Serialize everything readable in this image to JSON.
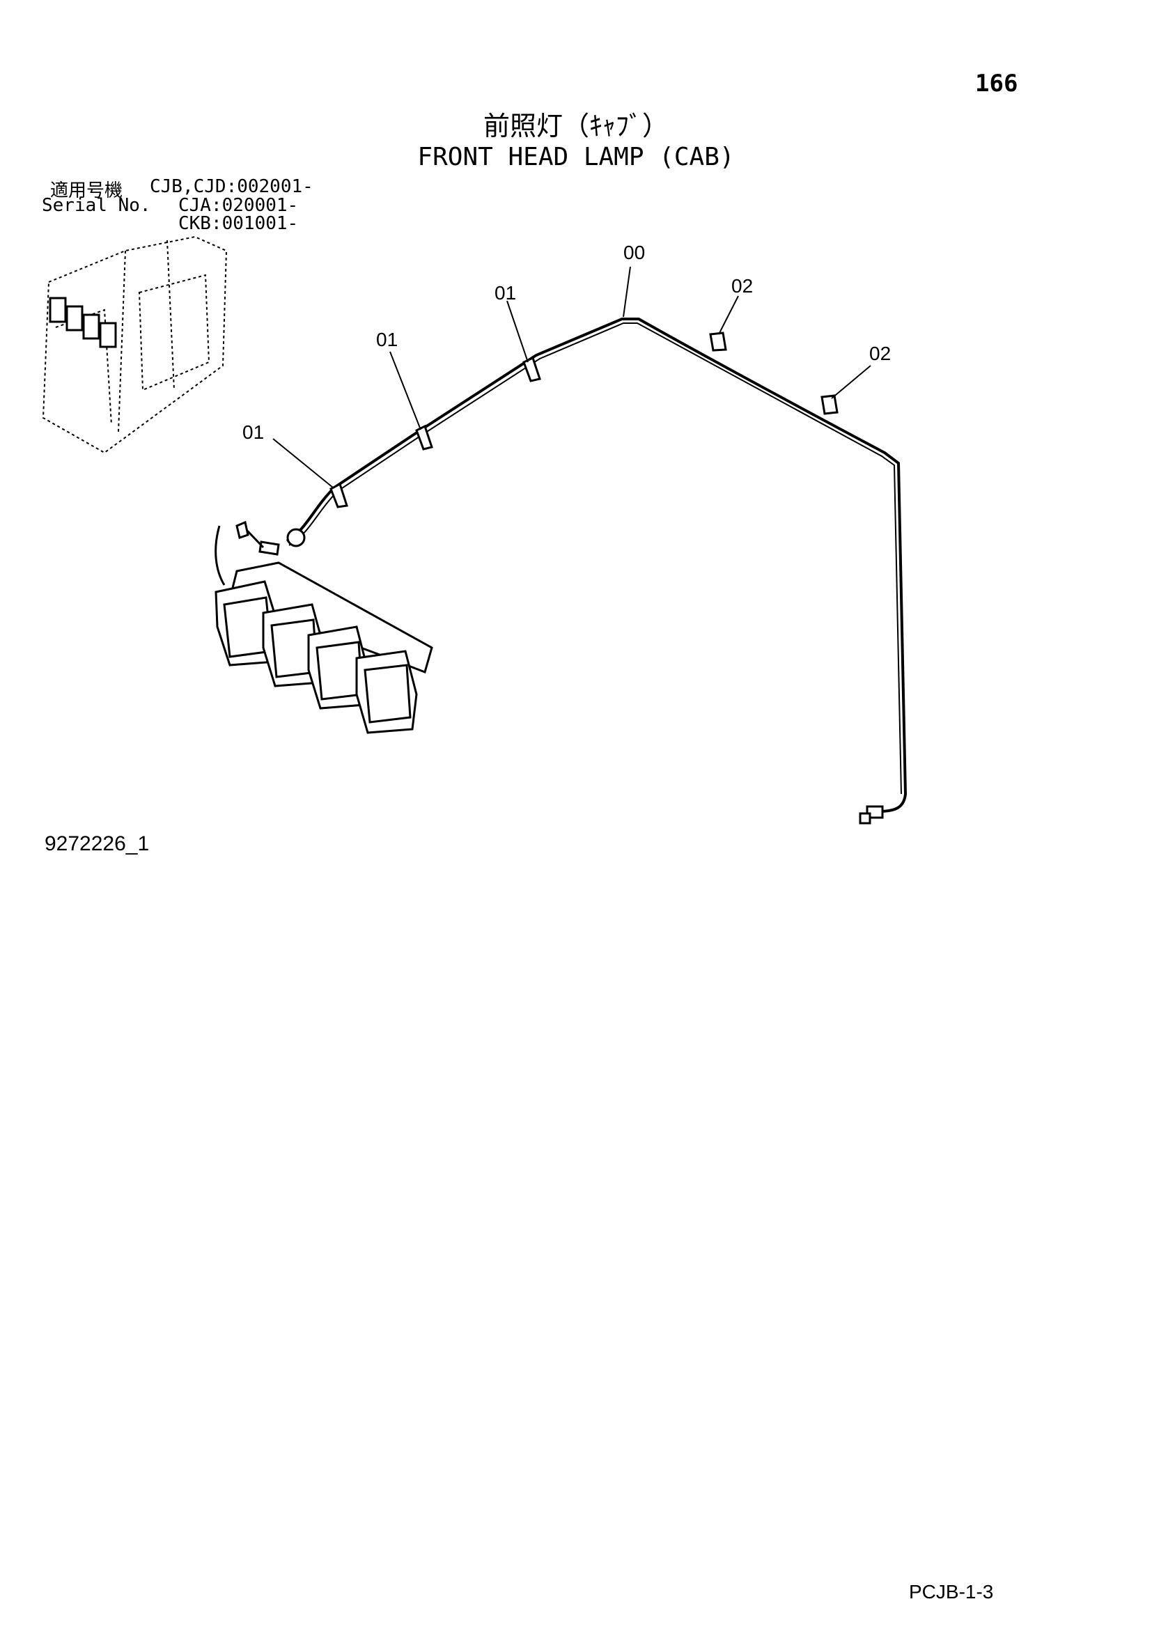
{
  "header": {
    "page_number": "166",
    "title_jp": "前照灯（ｷｬﾌﾞ）",
    "title_en": "FRONT HEAD LAMP (CAB)"
  },
  "serial": {
    "label_jp": "適用号機",
    "label_en": "Serial No.",
    "line1": "CJB,CJD:002001-",
    "line2": "CJA:020001-",
    "line3": "CKB:001001-"
  },
  "callouts": [
    {
      "id": "c-00",
      "label": "00"
    },
    {
      "id": "c-01a",
      "label": "01"
    },
    {
      "id": "c-01b",
      "label": "01"
    },
    {
      "id": "c-01c",
      "label": "01"
    },
    {
      "id": "c-02a",
      "label": "02"
    },
    {
      "id": "c-02b",
      "label": "02"
    }
  ],
  "footer": {
    "drawing_number": "9272226_1",
    "page_code": "PCJB-1-3"
  },
  "colors": {
    "line": "#000000",
    "background": "#ffffff"
  }
}
